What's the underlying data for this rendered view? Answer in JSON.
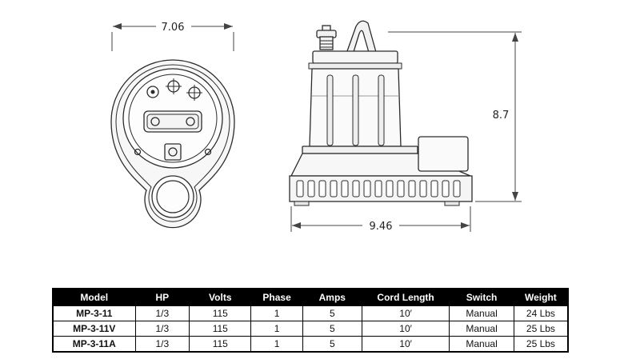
{
  "diagram": {
    "top_view": {
      "width_label": "7.06"
    },
    "side_view": {
      "height_label": "8.7",
      "width_label": "9.46"
    }
  },
  "table": {
    "headers": [
      "Model",
      "HP",
      "Volts",
      "Phase",
      "Amps",
      "Cord Length",
      "Switch",
      "Weight"
    ],
    "rows": [
      [
        "MP-3-11",
        "1/3",
        "115",
        "1",
        "5",
        "10′",
        "Manual",
        "24 Lbs"
      ],
      [
        "MP-3-11V",
        "1/3",
        "115",
        "1",
        "5",
        "10′",
        "Manual",
        "25 Lbs"
      ],
      [
        "MP-3-11A",
        "1/3",
        "115",
        "1",
        "5",
        "10′",
        "Manual",
        "25 Lbs"
      ]
    ]
  }
}
